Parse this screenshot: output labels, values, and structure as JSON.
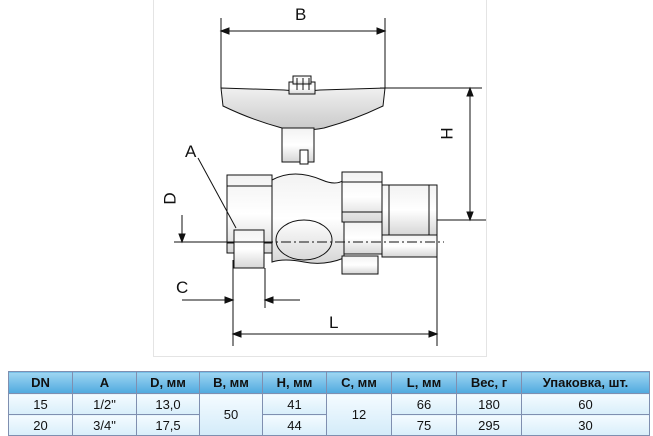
{
  "drawing": {
    "labels": {
      "b": "B",
      "h": "H",
      "a": "A",
      "d": "D",
      "c": "C",
      "l": "L"
    }
  },
  "table": {
    "headers": [
      "DN",
      "A",
      "D, мм",
      "B, мм",
      "H, мм",
      "C, мм",
      "L, мм",
      "Вес, г",
      "Упаковка, шт."
    ],
    "rows": [
      {
        "dn": "15",
        "a": "1/2\"",
        "d": "13,0",
        "h": "41",
        "l": "66",
        "weight": "180",
        "pack": "60"
      },
      {
        "dn": "20",
        "a": "3/4\"",
        "d": "17,5",
        "h": "44",
        "l": "75",
        "weight": "295",
        "pack": "30"
      }
    ],
    "b_merged": "50",
    "c_merged": "12"
  }
}
